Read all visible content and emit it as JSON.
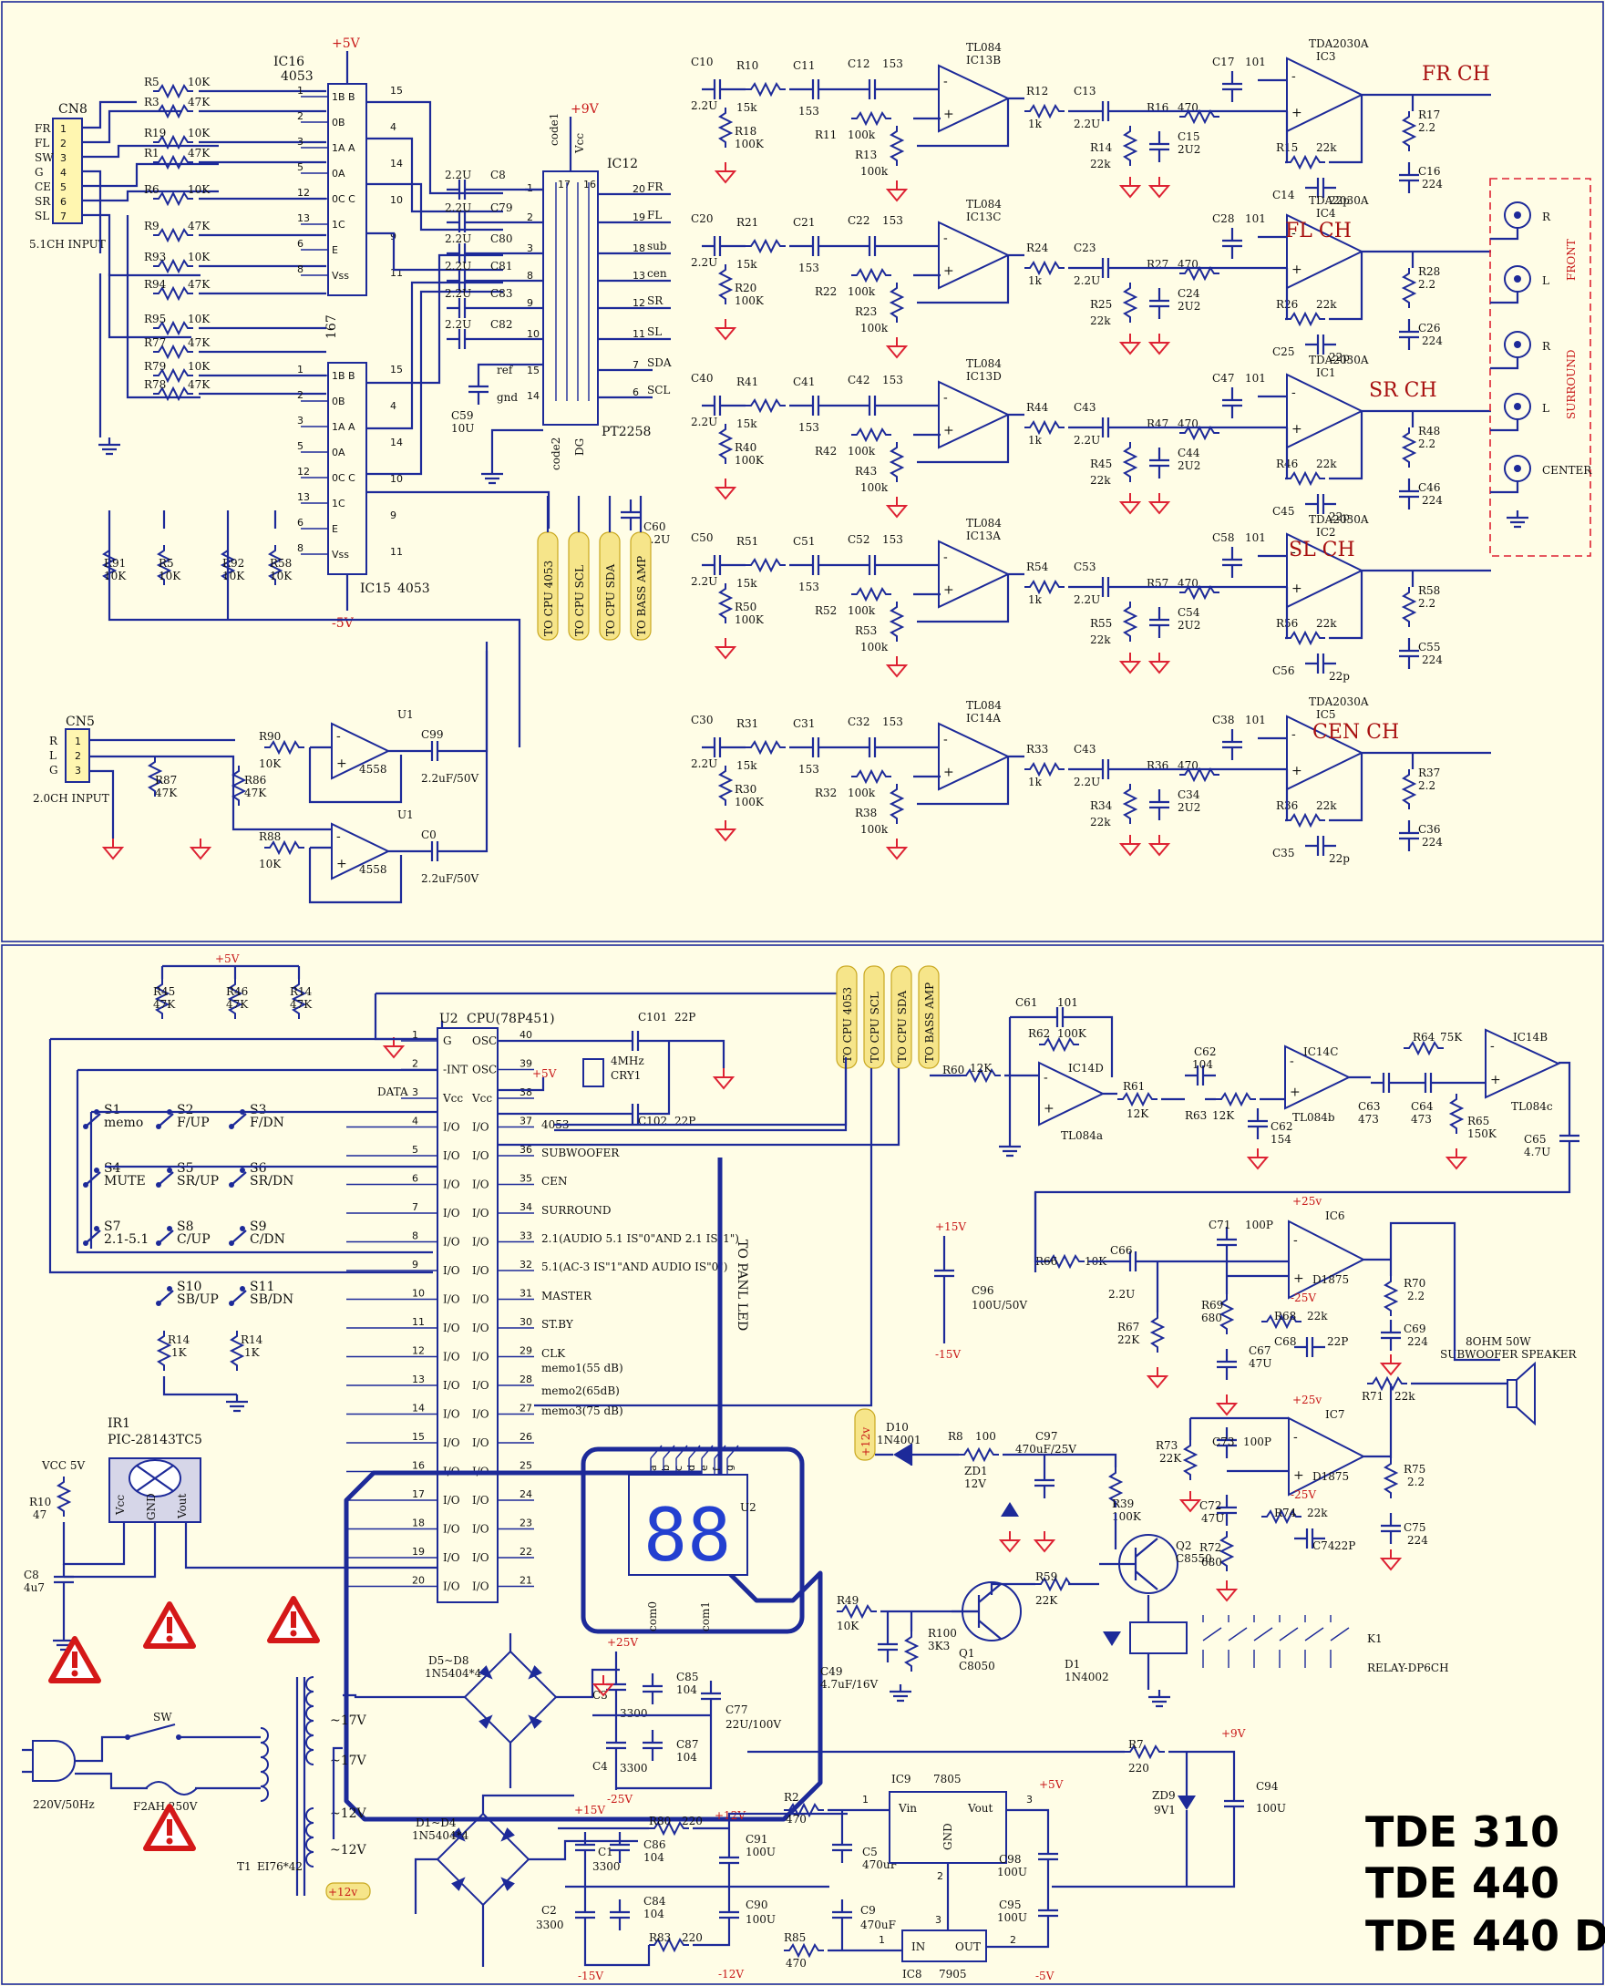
{
  "top": {
    "ic16": {
      "name": "IC16",
      "part": "4053",
      "pins_left": [
        "1",
        "2",
        "3",
        "5",
        "12",
        "13",
        "6",
        "8"
      ],
      "pins_right": [
        "15",
        "4",
        "14",
        "10",
        "9",
        "11"
      ],
      "names": [
        "1B B",
        "0B",
        "1A A",
        "0A",
        "0C C",
        "1C",
        "E",
        "Vss"
      ]
    },
    "ic15": {
      "name": "IC15",
      "part": "4053",
      "side": "167"
    },
    "cn8": {
      "name": "CN8",
      "pins": [
        "1",
        "2",
        "3",
        "4",
        "5",
        "6",
        "7"
      ],
      "signals": [
        "FR",
        "FL",
        "SW",
        "G",
        "CE",
        "SR",
        "SL"
      ],
      "caption": "5.1CH INPUT"
    },
    "cn5": {
      "name": "CN5",
      "pins": [
        "1",
        "2",
        "3"
      ],
      "signals": [
        "R",
        "L",
        "G"
      ],
      "caption": "2.0CH INPUT"
    },
    "res_in": [
      {
        "r": "R5",
        "v": "10K"
      },
      {
        "r": "R3",
        "v": "47K"
      },
      {
        "r": "R19",
        "v": "10K"
      },
      {
        "r": "R1",
        "v": "47K"
      },
      {
        "r": "R6",
        "v": "10K"
      },
      {
        "r": "R9",
        "v": "47K"
      },
      {
        "r": "R93",
        "v": "10K"
      },
      {
        "r": "R94",
        "v": "47K"
      },
      {
        "r": "R95",
        "v": "10K"
      },
      {
        "r": "R77",
        "v": "47K"
      },
      {
        "r": "R79",
        "v": "10K"
      },
      {
        "r": "R78",
        "v": "47K"
      }
    ],
    "res_low": [
      {
        "r": "R91",
        "v": "10K"
      },
      {
        "r": "R5",
        "v": "10K"
      },
      {
        "r": "R92",
        "v": "10K"
      },
      {
        "r": "R58",
        "v": "10K"
      }
    ],
    "ic12": {
      "name": "IC12",
      "part": "PT2258",
      "vcc": "+9V",
      "pins": [
        "1",
        "2",
        "3",
        "8",
        "9",
        "10",
        "15",
        "14",
        "17",
        "16",
        "20",
        "19",
        "18",
        "13",
        "12",
        "11",
        "7",
        "6"
      ],
      "outs": [
        "FR",
        "FL",
        "sub",
        "cen",
        "SR",
        "SL",
        "SDA",
        "SCL"
      ],
      "labels": {
        "code1": "code1",
        "vcc": "Vcc",
        "ref": "ref",
        "gnd": "gnd",
        "code2": "code2",
        "dg": "DG"
      }
    },
    "caps_in": [
      {
        "c": "C8",
        "v": "2.2U"
      },
      {
        "c": "C79",
        "v": "2.2U"
      },
      {
        "c": "C80",
        "v": "2.2U"
      },
      {
        "c": "C81",
        "v": "2.2U"
      },
      {
        "c": "C83",
        "v": "2.2U"
      },
      {
        "c": "C82",
        "v": "2.2U"
      }
    ],
    "c59": {
      "c": "C59",
      "v": "10U"
    },
    "c60": {
      "c": "C60",
      "v": "2.2U"
    },
    "rails": {
      "p5": "+5V",
      "n5": "-5V"
    },
    "tags": [
      "TO CPU 4053",
      "TO CPU SCL",
      "TO CPU SDA",
      "TO BASS AMP"
    ],
    "u1": {
      "name": "U1",
      "part": "4558",
      "r90": "R90",
      "r90v": "10K",
      "r88": "R88",
      "r88v": "10K",
      "r87": "R87",
      "r87v": "47K",
      "r86": "R86",
      "r86v": "47K",
      "c99": "C99",
      "c99v": "2.2uF/50V",
      "c0": "C0",
      "c0v": "2.2uF/50V"
    },
    "channels": [
      {
        "ch": "FR CH",
        "op": "TL084",
        "opic": "IC13B",
        "amp": "TDA2030A",
        "ampic": "IC3",
        "cin": "C10",
        "cinv": "2.2U",
        "r1": "R10",
        "r1v": "15k",
        "r2": "R18",
        "r2v": "100K",
        "c2": "C11",
        "c2v": "153",
        "c3": "C12",
        "c3v": "153",
        "r3": "R11",
        "r3v": "100k",
        "r4": "R13",
        "r4v": "100k",
        "r5": "R12",
        "r5v": "1k",
        "c4": "C13",
        "c4v": "2.2U",
        "r6": "R14",
        "r6v": "22k",
        "r7": "R16",
        "r7v": "470",
        "c5": "C15",
        "c5v": "2U2",
        "c6": "C17",
        "c6v": "101",
        "r8": "R15",
        "r8v": "22k",
        "c7": "C14",
        "c7v": "22p",
        "r9": "R17",
        "r9v": "2.2",
        "c8": "C16",
        "c8v": "224"
      },
      {
        "ch": "FL CH",
        "op": "TL084",
        "opic": "IC13C",
        "amp": "TDA2030A",
        "ampic": "IC4",
        "cin": "C20",
        "cinv": "2.2U",
        "r1": "R21",
        "r1v": "15k",
        "r2": "R20",
        "r2v": "100K",
        "c2": "C21",
        "c2v": "153",
        "c3": "C22",
        "c3v": "153",
        "r3": "R22",
        "r3v": "100k",
        "r4": "R23",
        "r4v": "100k",
        "r5": "R24",
        "r5v": "1k",
        "c4": "C23",
        "c4v": "2.2U",
        "r6": "R25",
        "r6v": "22k",
        "r7": "R27",
        "r7v": "470",
        "c5": "C24",
        "c5v": "2U2",
        "c6": "C28",
        "c6v": "101",
        "r8": "R26",
        "r8v": "22k",
        "c7": "C25",
        "c7v": "22p",
        "r9": "R28",
        "r9v": "2.2",
        "c8": "C26",
        "c8v": "224"
      },
      {
        "ch": "SR CH",
        "op": "TL084",
        "opic": "IC13D",
        "amp": "TDA2030A",
        "ampic": "IC1",
        "cin": "C40",
        "cinv": "2.2U",
        "r1": "R41",
        "r1v": "15k",
        "r2": "R40",
        "r2v": "100K",
        "c2": "C41",
        "c2v": "153",
        "c3": "C42",
        "c3v": "153",
        "r3": "R42",
        "r3v": "100k",
        "r4": "R43",
        "r4v": "100k",
        "r5": "R44",
        "r5v": "1k",
        "c4": "C43",
        "c4v": "2.2U",
        "r6": "R45",
        "r6v": "22k",
        "r7": "R47",
        "r7v": "470",
        "c5": "C44",
        "c5v": "2U2",
        "c6": "C47",
        "c6v": "101",
        "r8": "R46",
        "r8v": "22k",
        "c7": "C45",
        "c7v": "22p",
        "r9": "R48",
        "r9v": "2.2",
        "c8": "C46",
        "c8v": "224"
      },
      {
        "ch": "SL CH",
        "op": "TL084",
        "opic": "IC13A",
        "amp": "TDA2030A",
        "ampic": "IC2",
        "cin": "C50",
        "cinv": "2.2U",
        "r1": "R51",
        "r1v": "15k",
        "r2": "R50",
        "r2v": "100K",
        "c2": "C51",
        "c2v": "153",
        "c3": "C52",
        "c3v": "153",
        "r3": "R52",
        "r3v": "100k",
        "r4": "R53",
        "r4v": "100k",
        "r5": "R54",
        "r5v": "1k",
        "c4": "C53",
        "c4v": "2.2U",
        "r6": "R55",
        "r6v": "22k",
        "r7": "R57",
        "r7v": "470",
        "c5": "C54",
        "c5v": "2U2",
        "c6": "C58",
        "c6v": "101",
        "r8": "R56",
        "r8v": "22k",
        "c7": "C56",
        "c7v": "22p",
        "r9": "R58",
        "r9v": "2.2",
        "c8": "C55",
        "c8v": "224"
      },
      {
        "ch": "CEN CH",
        "op": "TL084",
        "opic": "IC14A",
        "amp": "TDA2030A",
        "ampic": "IC5",
        "cin": "C30",
        "cinv": "2.2U",
        "r1": "R31",
        "r1v": "15k",
        "r2": "R30",
        "r2v": "100K",
        "c2": "C31",
        "c2v": "153",
        "c3": "C32",
        "c3v": "153",
        "r3": "R32",
        "r3v": "100k",
        "r4": "R38",
        "r4v": "100k",
        "r5": "R33",
        "r5v": "1k",
        "c4": "C43",
        "c4v": "2.2U",
        "r6": "R34",
        "r6v": "22k",
        "r7": "R36",
        "r7v": "470",
        "c5": "C34",
        "c5v": "2U2",
        "c6": "C38",
        "c6v": "101",
        "r8": "R36",
        "r8v": "22k",
        "c7": "C35",
        "c7v": "22p",
        "r9": "R37",
        "r9v": "2.2",
        "c8": "C36",
        "c8v": "224"
      }
    ],
    "speakers": {
      "jacks": [
        "R",
        "L",
        "R",
        "L",
        "CENTER"
      ],
      "front": "FRONT",
      "surround": "SURROUND"
    }
  },
  "bottom": {
    "pullups": [
      {
        "r": "R45",
        "v": "47K"
      },
      {
        "r": "R46",
        "v": "47K"
      },
      {
        "r": "R14",
        "v": "47K"
      }
    ],
    "p5": "+5V",
    "switches": [
      {
        "s": "S1",
        "l": "memo"
      },
      {
        "s": "S2",
        "l": "F/UP"
      },
      {
        "s": "S3",
        "l": "F/DN"
      },
      {
        "s": "S4",
        "l": "MUTE"
      },
      {
        "s": "S5",
        "l": "SR/UP"
      },
      {
        "s": "S6",
        "l": "SR/DN"
      },
      {
        "s": "S7",
        "l": "2.1-5.1"
      },
      {
        "s": "S8",
        "l": "C/UP"
      },
      {
        "s": "S9",
        "l": "C/DN"
      },
      {
        "s": "S10",
        "l": "SB/UP"
      },
      {
        "s": "S11",
        "l": "SB/DN"
      }
    ],
    "r14a": {
      "r": "R14",
      "v": "1K"
    },
    "r14b": {
      "r": "R14",
      "v": "1K"
    },
    "cpu": {
      "name": "U2",
      "part": "CPU(78P451)",
      "left_pins": [
        "1",
        "2",
        "3",
        "4",
        "5",
        "6",
        "7",
        "8",
        "9",
        "10",
        "11",
        "12",
        "13",
        "14",
        "15",
        "16",
        "17",
        "18",
        "19",
        "20"
      ],
      "left_names": [
        "G",
        "-INT",
        "Vcc",
        "I/O",
        "I/O",
        "I/O",
        "I/O",
        "I/O",
        "I/O",
        "I/O",
        "I/O",
        "I/O",
        "I/O",
        "I/O",
        "I/O",
        "I/O",
        "I/O",
        "I/O",
        "I/O",
        "I/O"
      ],
      "right_pins": [
        "40",
        "39",
        "38",
        "37",
        "36",
        "35",
        "34",
        "33",
        "32",
        "31",
        "30",
        "29",
        "28",
        "27",
        "26",
        "25",
        "24",
        "23",
        "22",
        "21"
      ],
      "right_names": [
        "OSC",
        "OSC",
        "Vcc",
        "I/O",
        "I/O",
        "I/O",
        "I/O",
        "I/O",
        "I/O",
        "I/O",
        "I/O",
        "I/O",
        "I/O",
        "I/O",
        "I/O",
        "I/O",
        "I/O",
        "I/O",
        "I/O",
        "I/O"
      ],
      "data": "DATA",
      "signals": [
        "4053",
        "SUBWOOFER",
        "CEN",
        "SURROUND",
        "2.1(AUDIO 5.1 IS\"0\"AND 2.1 IS\"1\")",
        "5.1(AC-3 IS\"1\"AND AUDIO IS\"0\")",
        "MASTER",
        "ST.BY",
        "CLK",
        "memo1(55 dB)",
        "memo2(65dB)",
        "memo3(75 dB)"
      ]
    },
    "xtal": {
      "c101": "C101",
      "c101v": "22P",
      "c102": "C102",
      "c102v": "22P",
      "x": "4MHz",
      "xn": "CRY1",
      "p5": "+5V"
    },
    "to_panel": "TO PANL LED",
    "display": {
      "name": "U2",
      "digits": "88",
      "segs": [
        "a",
        "b",
        "c",
        "d",
        "e",
        "f",
        "g"
      ],
      "com0": "com0",
      "com1": "com1"
    },
    "ir": {
      "name": "IR1",
      "part": "PIC-28143TC5",
      "vcc": "Vcc",
      "gnd": "GND",
      "vout": "Vout",
      "vcc5": "VCC 5V",
      "r10": "R10",
      "r10v": "47",
      "c8": "C8",
      "c8v": "4u7"
    },
    "tags": [
      "TO CPU 4053",
      "TO CPU SCL",
      "TO CPU SDA",
      "TO BASS AMP"
    ],
    "bass": {
      "r60": "R60",
      "r60v": "12K",
      "c61": "C61",
      "c61v": "101",
      "r62": "R62",
      "r62v": "100K",
      "ic14d": "IC14D",
      "tl084a": "TL084a",
      "r61": "R61",
      "r61v": "12K",
      "c62a": "C62",
      "c62av": "104",
      "r63": "R63",
      "r63v": "12K",
      "c62b": "C62",
      "c62bv": "154",
      "ic14c": "IC14C",
      "tl084b": "TL084b",
      "r64": "R64",
      "r64v": "75K",
      "ic14b": "IC14B",
      "tl084c": "TL084c",
      "c63": "C63",
      "c63v": "473",
      "c64": "C64",
      "c64v": "473",
      "r65": "R65",
      "r65v": "150K",
      "c65": "C65",
      "c65v": "4.7U"
    },
    "c96": {
      "c": "C96",
      "v": "100U/50V",
      "p": "+15V",
      "n": "-15V"
    },
    "sub": {
      "r66": "R66",
      "r66v": "10K",
      "c66": "C66",
      "c66v": "2.2U",
      "r67": "R67",
      "r67v": "22K",
      "c71": "C71",
      "c71v": "100P",
      "r69": "R69",
      "r69v": "680",
      "c67": "C67",
      "c67v": "47U",
      "ic6": "IC6",
      "d1875a": "D1875",
      "r68": "R68",
      "r68v": "22k",
      "c68": "C68",
      "c68v": "22P",
      "r70": "R70",
      "r70v": "2.2",
      "c69": "C69",
      "c69v": "224",
      "p25": "+25v",
      "n25": "-25V",
      "r71": "R71",
      "r71v": "22k",
      "speaker": "8OHM 50W",
      "speaker2": "SUBWOOFER SPEAKER",
      "r73": "R73",
      "r73v": "22K",
      "c73": "C73",
      "c73v": "100P",
      "ic7": "IC7",
      "d1875b": "D1875",
      "c72": "C72",
      "c72v": "47U",
      "r72": "R72",
      "r72v": "680",
      "r74": "R74",
      "r74v": "22k",
      "c74": "C74",
      "c74v": "22P",
      "r75": "R75",
      "r75v": "2.2",
      "c75": "C75",
      "c75v": "224"
    },
    "standby": {
      "p12": "+12v",
      "d10": "D10",
      "d10v": "1N4001",
      "r8": "R8",
      "r8v": "100",
      "c97": "C97",
      "c97v": "470uF/25V",
      "zd1": "ZD1",
      "zd1v": "12V",
      "r39": "R39",
      "r39v": "100K",
      "q2": "Q2",
      "q2v": "C8550",
      "r59": "R59",
      "r59v": "22K",
      "r49": "R49",
      "r49v": "10K",
      "c49": "C49",
      "c49v": "4.7uF/16V",
      "r100": "R100",
      "r100v": "3K3",
      "q1": "Q1",
      "q1v": "C8050",
      "d1": "D1",
      "d1v": "1N4002",
      "k1": "K1",
      "k1v": "RELAY-DP6CH"
    },
    "power": {
      "mains": "220V/50Hz",
      "sw": "SW",
      "fuse": "F2AH 250V",
      "t1": "T1",
      "t1v": "EI76*42",
      "v17a": "~17V",
      "v17b": "~17V",
      "v12a": "~12V",
      "v12b": "~12V",
      "d58": "D5~D8",
      "d58v": "1N5404*4",
      "d14": "D1~D4",
      "d14v": "1N5404*4",
      "p25": "+25V",
      "n25": "-25V",
      "c3": "C3",
      "c3v": "3300",
      "c4": "C4",
      "c4v": "3300",
      "c85": "C85",
      "c85v": "104",
      "c87": "C87",
      "c87v": "104",
      "c77": "C77",
      "c77v": "22U/100V",
      "p15": "+15V",
      "n15": "-15V",
      "c1": "C1",
      "c1v": "3300",
      "c2": "C2",
      "c2v": "3300",
      "c86": "C86",
      "c86v": "104",
      "c84": "C84",
      "c84v": "104",
      "r80": "R80",
      "r80v": "220",
      "r83": "R83",
      "r83v": "220",
      "p12": "+12V",
      "n12": "-12V",
      "c91": "C91",
      "c91v": "100U",
      "c90": "C90",
      "c90v": "100U",
      "r2": "R2",
      "r2v": "470",
      "r85": "R85",
      "r85v": "470",
      "c5": "C5",
      "c5v": "470uF",
      "c9": "C9",
      "c9v": "470uF",
      "ic9": "IC9",
      "ic9v": "7805",
      "vin": "Vin",
      "vout": "Vout",
      "gndl": "GND",
      "ic8": "IC8",
      "ic8v": "7905",
      "in": "IN",
      "out": "OUT",
      "p5": "+5V",
      "n5": "-5V",
      "c98": "C98",
      "c98v": "100U",
      "c95": "C95",
      "c95v": "100U",
      "r7": "R7",
      "r7v": "220",
      "p9": "+9V",
      "zd9": "ZD9",
      "zd9v": "9V1",
      "c94": "C94",
      "c94v": "100U",
      "p12v": "+12v"
    },
    "models": [
      "TDE 310",
      "TDE 440",
      "TDE 440 D"
    ]
  }
}
